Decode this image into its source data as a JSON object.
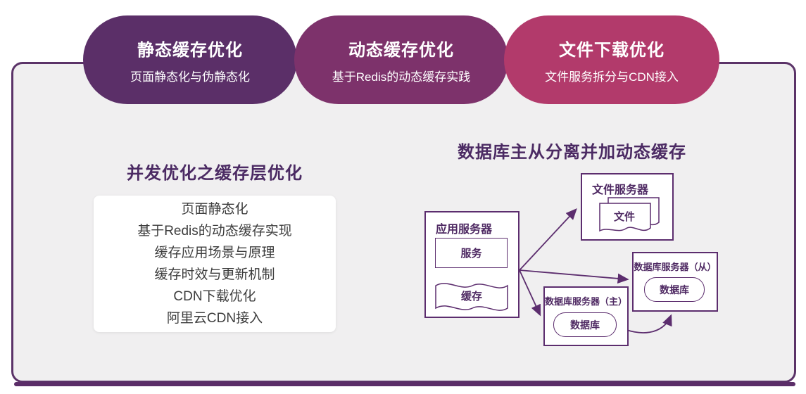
{
  "header_pills": [
    {
      "title": "静态缓存优化",
      "subtitle": "页面静态化与伪静态化",
      "color": "#5b2f68"
    },
    {
      "title": "动态缓存优化",
      "subtitle": "基于Redis的动态缓存实践",
      "color": "#7d326b"
    },
    {
      "title": "文件下载优化",
      "subtitle": "文件服务拆分与CDN接入",
      "color": "#b23a6b"
    }
  ],
  "left_panel": {
    "title": "并发优化之缓存层优化",
    "items": [
      "页面静态化",
      "基于Redis的动态缓存实现",
      "缓存应用场景与原理",
      "缓存时效与更新机制",
      "CDN下载优化",
      "阿里云CDN接入"
    ]
  },
  "diagram": {
    "title": "数据库主从分离并加动态缓存",
    "app_server": {
      "label": "应用服务器",
      "service_label": "服务",
      "cache_label": "缓存"
    },
    "file_server": {
      "label": "文件服务器",
      "doc_label": "文件"
    },
    "db_master": {
      "label": "数据库服务器（主）",
      "db_label": "数据库"
    },
    "db_slave": {
      "label": "数据库服务器（从）",
      "db_label": "数据库"
    }
  },
  "colors": {
    "pill_static": "#5b2f68",
    "pill_dynamic": "#7d326b",
    "pill_file": "#b23a6b",
    "container_border": "#5b3368",
    "container_fill": "#f0eff0",
    "diagram_stroke": "#5c2d6e",
    "title_text": "#4b2a63",
    "list_text": "#3d3d3d",
    "bottom_bar": "#5b2d68"
  }
}
